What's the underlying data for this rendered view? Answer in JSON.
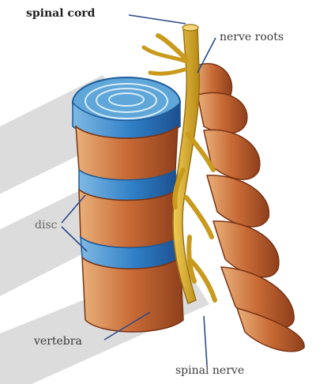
{
  "labels": {
    "spinal_cord": "spinal cord",
    "nerve_roots": "nerve roots",
    "disc": "disc",
    "vertebra": "vertebra",
    "spinal_nerve": "spinal nerve"
  },
  "colors": {
    "bone": "#c86a35",
    "bone_dark": "#8f3f1c",
    "disc": "#2f7fc6",
    "disc_light": "#7fb9e3",
    "nerve": "#d8a826",
    "nerve_dark": "#9a7212",
    "leader_line": "#2b4a8a",
    "watermark": "#d6d6d6"
  }
}
